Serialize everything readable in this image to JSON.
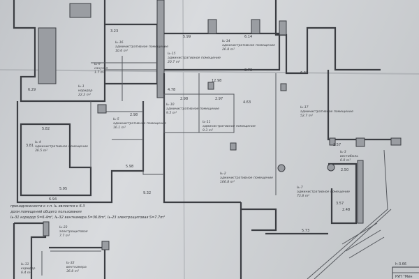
{
  "colors": {
    "paper_light": "#e2e4e6",
    "paper_dark": "#b9bcc0",
    "ink": "#3b3d42"
  },
  "dimensions": {
    "d1": "3.23",
    "d2": "5.99",
    "d3": "6.14",
    "d4": "8.78",
    "d5": "6.32",
    "d6": "5.82",
    "d7": "3.81",
    "d8": "5.95",
    "d9": "6.94",
    "d10": "9.32",
    "d11": "4.63",
    "d12": "4.78",
    "d13": "2.98",
    "d14": "2.97",
    "d15": "2.57",
    "d16": "2.50",
    "d17": "2.48",
    "d18": "3.57",
    "d19": "5.73",
    "d20": "5.98",
    "d21": "6.29",
    "d22": "12.98",
    "d23": "2.98"
  },
  "rooms": [
    {
      "id": "Iь-16",
      "name": "административное помещение",
      "area": "10.6 m²"
    },
    {
      "id": "Iь-15",
      "name": "административное помещение",
      "area": "20.7 m²"
    },
    {
      "id": "Iь-14",
      "name": "административное помещение",
      "area": "26.8 m²"
    },
    {
      "id": "Iь-9",
      "name": "санузел",
      "area": "1.7 m²"
    },
    {
      "id": "Iь-17",
      "name": "административное помещение",
      "area": "52.7 m²"
    },
    {
      "id": "Iь-3",
      "name": "вестибюль",
      "area": "6.0 m²"
    },
    {
      "id": "Iь-7",
      "name": "административное помещение",
      "area": "73.8 m²"
    },
    {
      "id": "Iь-2",
      "name": "административное помещение",
      "area": "166.8 m²"
    },
    {
      "id": "Iь-4",
      "name": "административное помещение",
      "area": "36.5 m²"
    },
    {
      "id": "Iь-5",
      "name": "административное помещение",
      "area": "16.1 m²"
    },
    {
      "id": "Iь-10",
      "name": "административное помещение",
      "area": "9.5 m²"
    },
    {
      "id": "Iь-11",
      "name": "административное помещение",
      "area": "9.3 m²"
    },
    {
      "id": "Iь-1",
      "name": "коридор",
      "area": "22.2 m²"
    },
    {
      "id": "Iь-23",
      "name": "электрощитовая",
      "area": "7.7 m²"
    },
    {
      "id": "Iь-31",
      "name": "коридор",
      "area": "6.4 m²"
    },
    {
      "id": "Iь-32",
      "name": "венткамера",
      "area": "36.8 m²"
    }
  ],
  "notes": {
    "line1": "принадлежности к с.п. Iь является к 6.3",
    "line2": "доли помещений общего пользования",
    "line3": "Iь-31 коридор S=6.4m², Iь-32 венткамера S=36.8m², Iь-23 электрощитовая S=7.7m²"
  },
  "stamp": {
    "height": "h-3.66",
    "title": "РУП \"Мин"
  }
}
